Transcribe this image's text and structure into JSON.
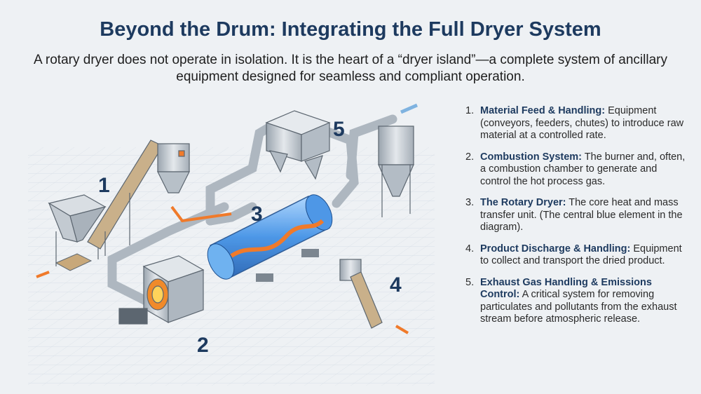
{
  "title": "Beyond the Drum: Integrating the Full Dryer System",
  "subtitle": "A rotary dryer does not operate in isolation. It is the heart of a “dryer island”—a complete system of ancillary equipment designed for seamless and compliant operation.",
  "callouts": [
    "1",
    "2",
    "3",
    "4",
    "5"
  ],
  "items": [
    {
      "num": "1.",
      "head": "Material Feed & Handling:",
      "body": " Equipment (conveyors, feeders, chutes) to introduce raw material at a controlled rate."
    },
    {
      "num": "2.",
      "head": "Combustion System:",
      "body": " The burner and, often, a combustion chamber to generate and control the hot process gas."
    },
    {
      "num": "3.",
      "head": "The Rotary Dryer:",
      "body": " The core heat and mass transfer unit. (The central blue element in the diagram)."
    },
    {
      "num": "4.",
      "head": "Product Discharge & Handling:",
      "body": " Equipment to collect and transport the dried product."
    },
    {
      "num": "5.",
      "head": "Exhaust Gas Handling & Emissions Control:",
      "body": " A critical system for removing particulates and pollutants from the exhaust stream before atmospheric release."
    }
  ],
  "colors": {
    "heading": "#1d3a5f",
    "drum": "#4a9be8",
    "hot_gas": "#f07a2a",
    "steel": "#b9c1ca"
  }
}
